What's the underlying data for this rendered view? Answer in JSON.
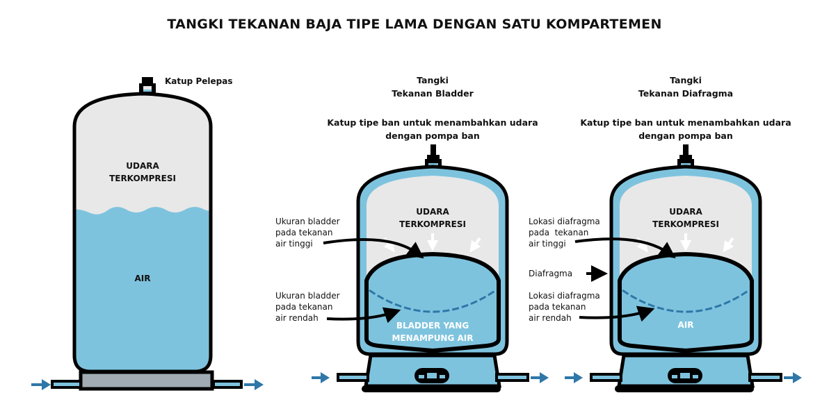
{
  "title": "TANGKI TEKANAN BAJA TIPE LAMA DENGAN SATU KOMPARTEMEN",
  "colors": {
    "water": "#7EC3DE",
    "air": "#E8E8E8",
    "outline": "#000000",
    "base_grey": "#A0ABB3",
    "flow_arrow": "#2E77A8",
    "dashed_line": "#2E77A8"
  },
  "tank_old": {
    "valve_label": "Katup Pelepas",
    "air_label_line1": "UDARA",
    "air_label_line2": "TERKOMPRESI",
    "water_label": "AIR"
  },
  "tank_bladder": {
    "heading_line1": "Tangki",
    "heading_line2": "Tekanan Bladder",
    "valve_label_line1": "Katup tipe ban untuk menambahkan udara",
    "valve_label_line2": "dengan pompa ban",
    "air_label_line1": "UDARA",
    "air_label_line2": "TERKOMPRESI",
    "high_pressure_label": [
      "Ukuran bladder",
      "pada tekanan",
      "air tinggi"
    ],
    "low_pressure_label": [
      "Ukuran bladder",
      "pada tekanan",
      "air rendah"
    ],
    "water_label_line1": "BLADDER YANG",
    "water_label_line2": "MENAMPUNG AIR"
  },
  "tank_diaphragm": {
    "heading_line1": "Tangki",
    "heading_line2": "Tekanan Diafragma",
    "valve_label_line1": "Katup tipe ban untuk menambahkan udara",
    "valve_label_line2": "dengan pompa ban",
    "air_label_line1": "UDARA",
    "air_label_line2": "TERKOMPRESI",
    "high_pressure_label": [
      "Lokasi diafragma",
      "pada  tekanan",
      "air tinggi"
    ],
    "diaphragm_label": "Diafragma",
    "low_pressure_label": [
      "Lokasi diafragma",
      "pada tekanan",
      "air rendah"
    ],
    "water_label": "AIR"
  }
}
